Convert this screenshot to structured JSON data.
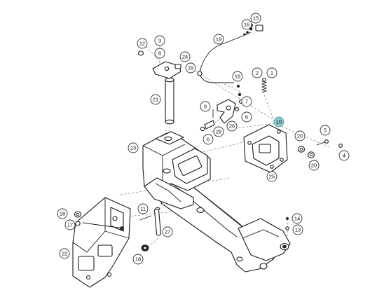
{
  "diagram": {
    "accent_color": "#8fc7cc",
    "highlighted_callout": "10",
    "callouts": [
      "1",
      "2",
      "3",
      "4",
      "5",
      "6",
      "6",
      "7",
      "8",
      "9",
      "10",
      "11",
      "12",
      "13",
      "14",
      "15",
      "16",
      "16",
      "17",
      "18",
      "18",
      "19",
      "20",
      "20",
      "21",
      "22",
      "23",
      "24",
      "25",
      "26",
      "27",
      "28",
      "29"
    ]
  }
}
